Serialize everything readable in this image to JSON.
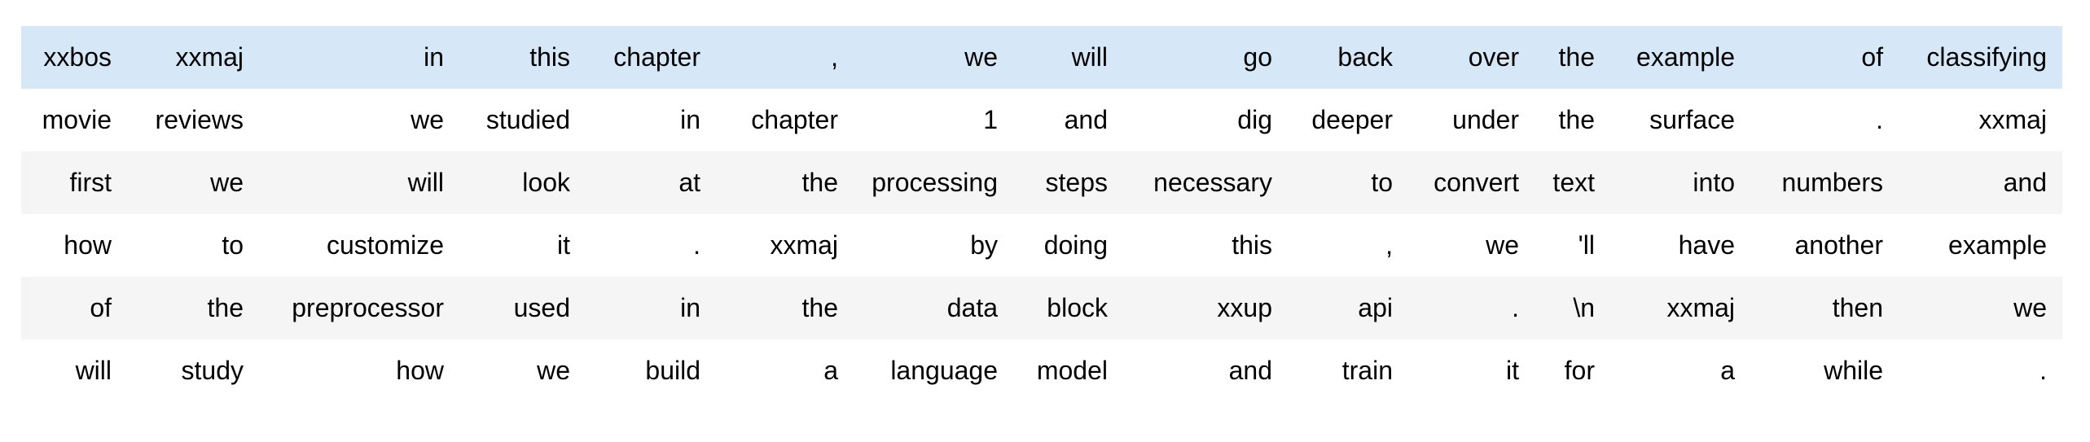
{
  "table": {
    "kind": "tokenized-text-grid",
    "highlighted_row_index": 0,
    "rows": [
      [
        "xxbos",
        "xxmaj",
        "in",
        "this",
        "chapter",
        ",",
        "we",
        "will",
        "go",
        "back",
        "over",
        "the",
        "example",
        "of",
        "classifying"
      ],
      [
        "movie",
        "reviews",
        "we",
        "studied",
        "in",
        "chapter",
        "1",
        "and",
        "dig",
        "deeper",
        "under",
        "the",
        "surface",
        ".",
        "xxmaj"
      ],
      [
        "first",
        "we",
        "will",
        "look",
        "at",
        "the",
        "processing",
        "steps",
        "necessary",
        "to",
        "convert",
        "text",
        "into",
        "numbers",
        "and"
      ],
      [
        "how",
        "to",
        "customize",
        "it",
        ".",
        "xxmaj",
        "by",
        "doing",
        "this",
        ",",
        "we",
        "'ll",
        "have",
        "another",
        "example"
      ],
      [
        "of",
        "the",
        "preprocessor",
        "used",
        "in",
        "the",
        "data",
        "block",
        "xxup",
        "api",
        ".",
        "\\n",
        "xxmaj",
        "then",
        "we"
      ],
      [
        "will",
        "study",
        "how",
        "we",
        "build",
        "a",
        "language",
        "model",
        "and",
        "train",
        "it",
        "for",
        "a",
        "while",
        "."
      ]
    ]
  },
  "colors": {
    "page_background": "#ffffff",
    "highlight_row_background": "#d6e8f8",
    "stripe_row_background": "#f5f5f5",
    "plain_row_background": "#ffffff",
    "text": "#000000"
  }
}
